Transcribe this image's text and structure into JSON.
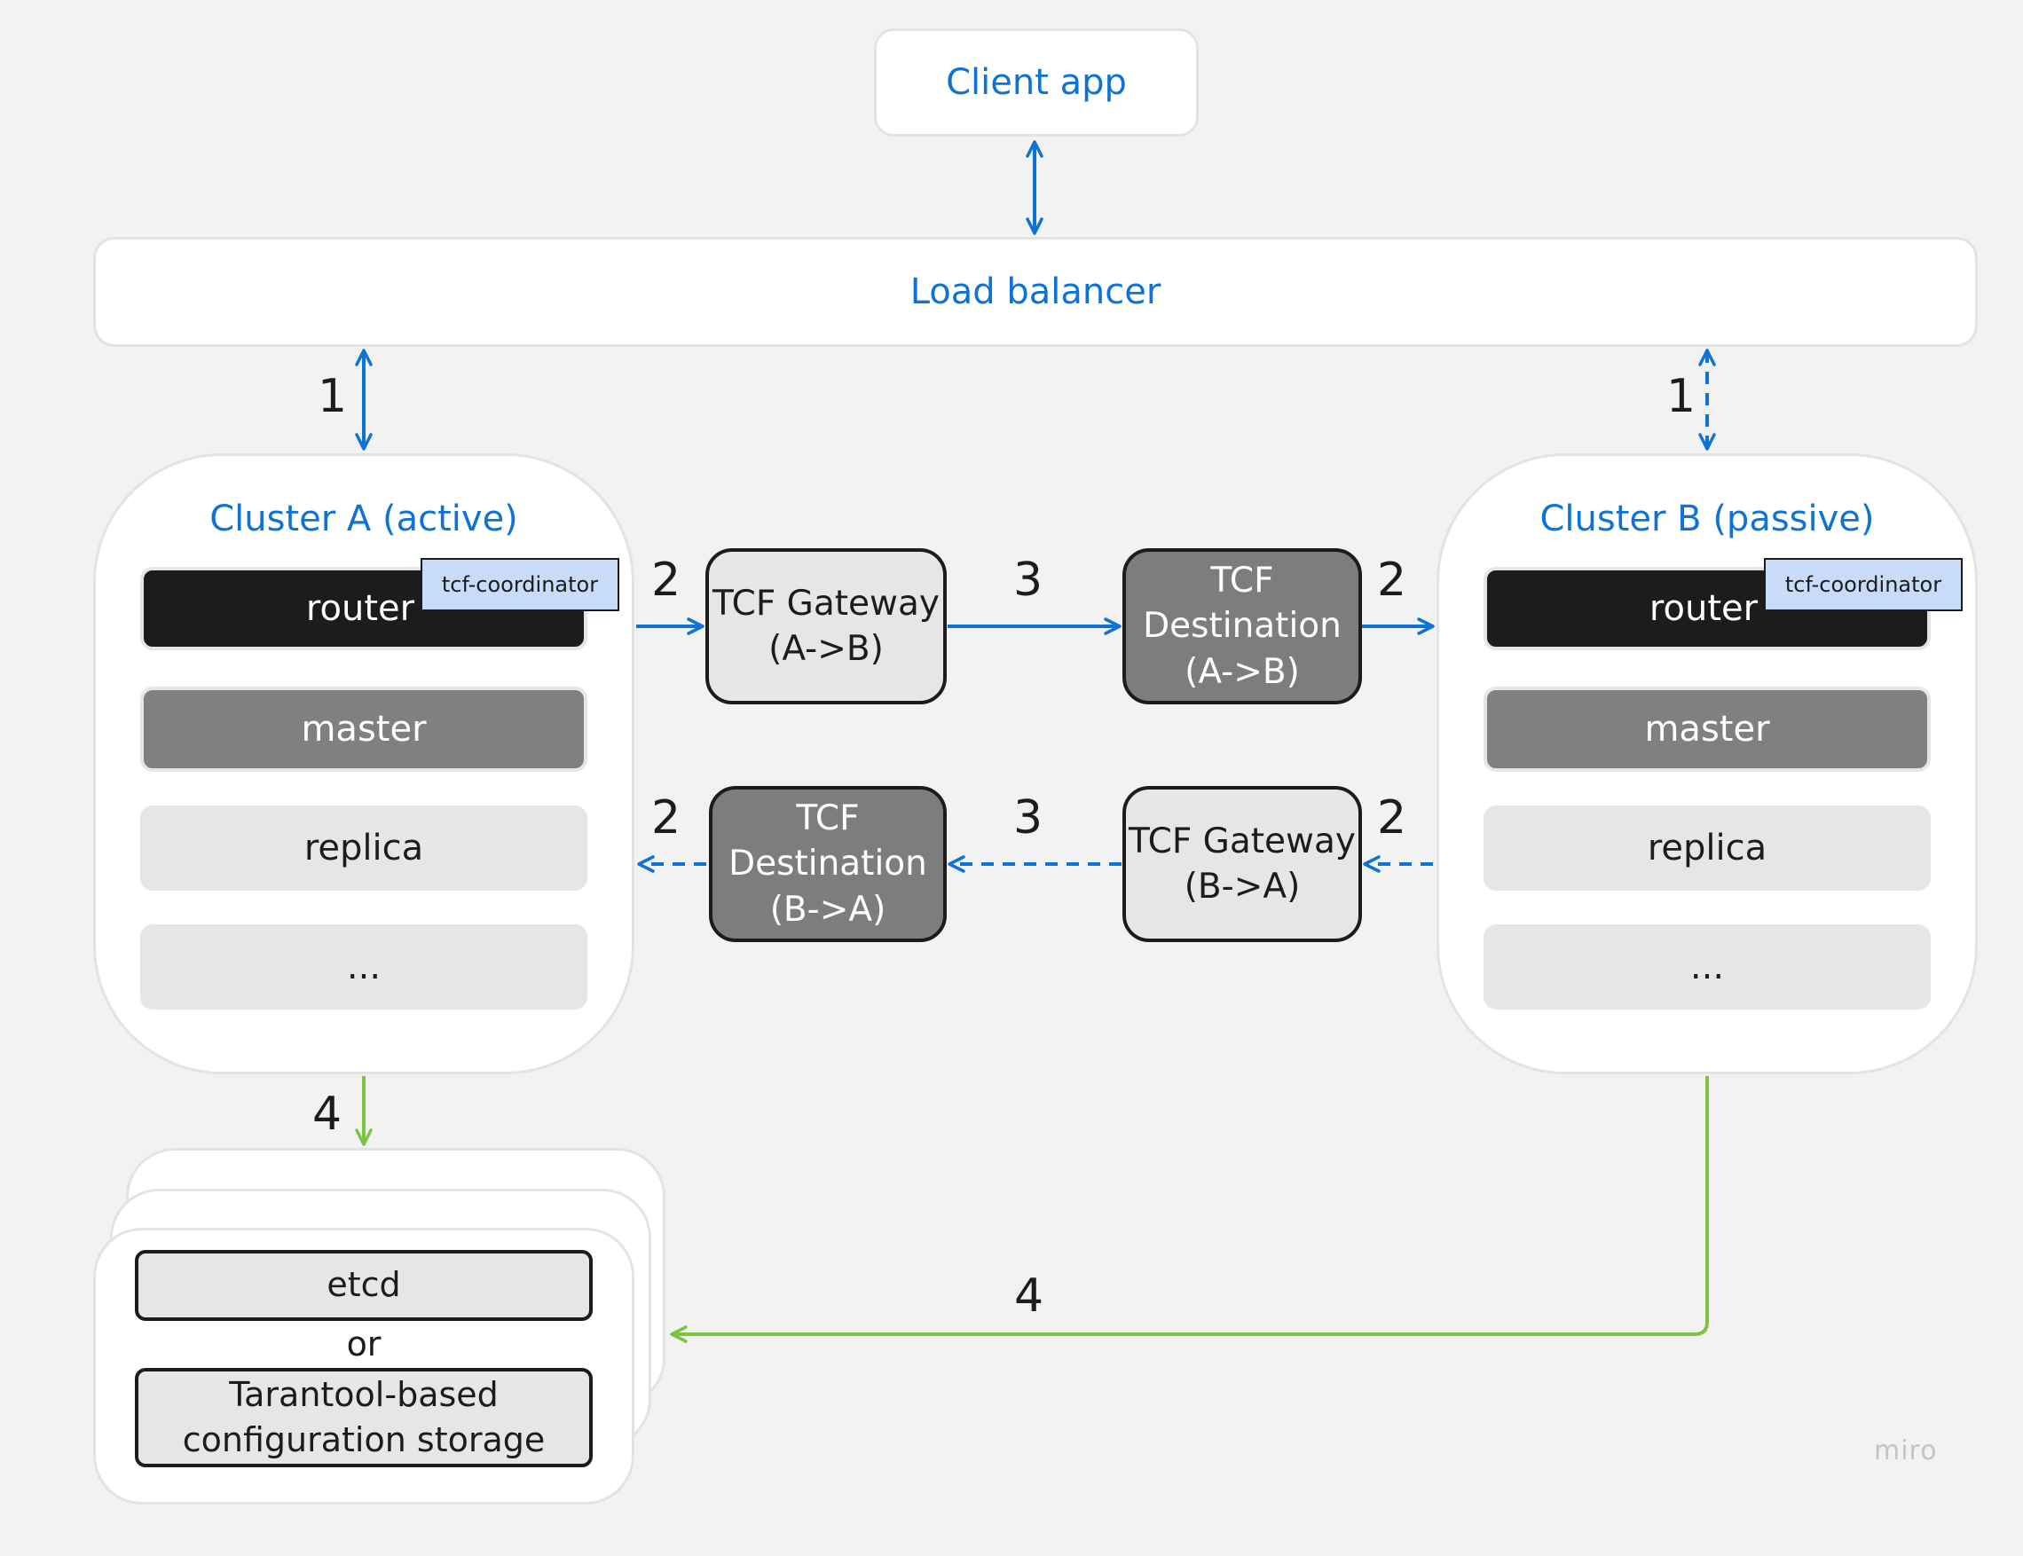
{
  "client_app": "Client app",
  "load_balancer": "Load balancer",
  "cluster_a": {
    "title": "Cluster A (active)",
    "router": "router",
    "coordinator": "tcf-coordinator",
    "master": "master",
    "replica": "replica",
    "more": "..."
  },
  "cluster_b": {
    "title": "Cluster B (passive)",
    "router": "router",
    "coordinator": "tcf-coordinator",
    "master": "master",
    "replica": "replica",
    "more": "..."
  },
  "tcf_gateway_ab": {
    "line1": "TCF Gateway",
    "line2": "(A->B)"
  },
  "tcf_destination_ab": {
    "line1": "TCF",
    "line2": "Destination",
    "line3": "(A->B)"
  },
  "tcf_destination_ba": {
    "line1": "TCF",
    "line2": "Destination",
    "line3": "(B->A)"
  },
  "tcf_gateway_ba": {
    "line1": "TCF Gateway",
    "line2": "(B->A)"
  },
  "steps": {
    "lb_to_a": "1",
    "lb_to_b": "1",
    "a_to_gw": "2",
    "gw_to_dest": "3",
    "dest_to_b": "2",
    "dest_to_a": "2",
    "gwba_to_dest": "3",
    "b_to_gwba": "2",
    "a_to_storage": "4",
    "b_to_storage": "4"
  },
  "storage": {
    "etcd": "etcd",
    "or": "or",
    "tarantool_line1": "Tarantool-based",
    "tarantool_line2": "configuration storage"
  },
  "watermark": "miro",
  "colors": {
    "blue": "#0f73d6",
    "green": "#7cc543",
    "dark": "#1c1c1c",
    "gray": "#808080"
  }
}
